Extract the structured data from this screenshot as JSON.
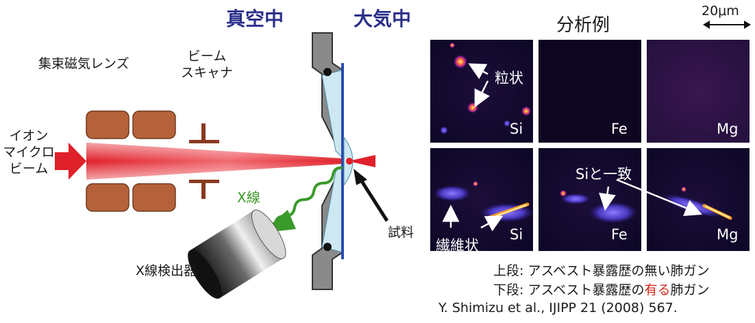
{
  "labels": {
    "vacuum": "真空中",
    "atmosphere": "大気中",
    "analysis_example": "分析例",
    "scale": "20μm",
    "lens": "集束磁気レンズ",
    "scanner_line1": "ビーム",
    "scanner_line2": "スキャナ",
    "beam_line1": "イオン",
    "beam_line2": "マイクロ",
    "beam_line3": "ビーム",
    "xray": "X線",
    "sample": "試料",
    "detector": "X線検出器"
  },
  "panels": {
    "top": [
      {
        "element": "Si",
        "annotation": "粒状"
      },
      {
        "element": "Fe"
      },
      {
        "element": "Mg"
      }
    ],
    "bottom": [
      {
        "element": "Si",
        "annotation": "繊維状"
      },
      {
        "element": "Fe",
        "annotation": "Siと一致"
      },
      {
        "element": "Mg"
      }
    ]
  },
  "captions": {
    "line1_prefix": "上段: アスベスト暴露歴の",
    "line1_key": "無い",
    "line1_suffix": "肺ガン",
    "line2_prefix": "下段: アスベスト暴露歴の",
    "line2_key": "有る",
    "line2_suffix": "肺ガン",
    "citation": "Y. Shimizu et al., IJIPP 21 (2008) 567."
  },
  "colors": {
    "vacuum_text": "#2b2f8a",
    "beam": "#e0202a",
    "magnet": "#b5623a",
    "xray": "#3a9a2a",
    "highlight": "#d0281f"
  }
}
